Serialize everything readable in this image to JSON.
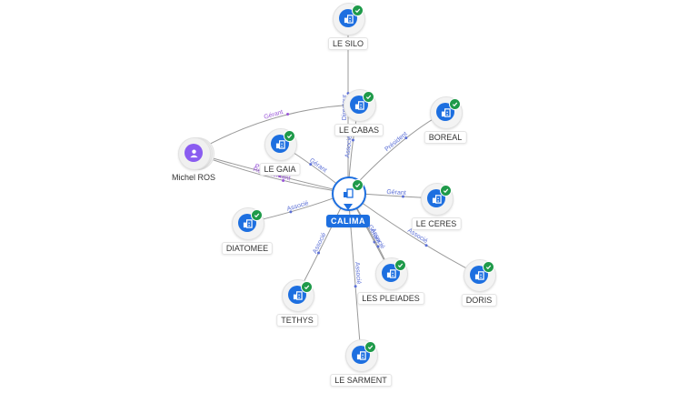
{
  "colors": {
    "edge": "#9a9a9a",
    "edge_label": "#5b6fd6",
    "edge_label_person": "#9a57d8",
    "company": "#1d6fe0",
    "person": "#8a5cf0",
    "verified": "#1f9a4a"
  },
  "center": {
    "label": "CALIMA",
    "icon": "building-icon"
  },
  "person": {
    "label": "Michel ROS",
    "icon": "person-icon"
  },
  "companies": [
    {
      "id": "le-silo",
      "label": "LE SILO",
      "icon": "building-icon",
      "verified": true
    },
    {
      "id": "le-cabas",
      "label": "LE CABAS",
      "icon": "building-icon",
      "verified": true
    },
    {
      "id": "boreal",
      "label": "BOREAL",
      "icon": "building-icon",
      "verified": true
    },
    {
      "id": "le-gaia",
      "label": "LE GAIA",
      "icon": "building-icon",
      "verified": true
    },
    {
      "id": "le-ceres",
      "label": "LE CERES",
      "icon": "building-icon",
      "verified": true
    },
    {
      "id": "diatomee",
      "label": "DIATOMEE",
      "icon": "building-icon",
      "verified": true
    },
    {
      "id": "doris",
      "label": "DORIS",
      "icon": "building-icon",
      "verified": true
    },
    {
      "id": "les-pleiades",
      "label": "LES PLEIADES",
      "icon": "building-icon",
      "verified": true
    },
    {
      "id": "tethys",
      "label": "TETHYS",
      "icon": "building-icon",
      "verified": true
    },
    {
      "id": "le-sarment",
      "label": "LE SARMENT",
      "icon": "building-icon",
      "verified": true
    }
  ],
  "edges": [
    {
      "from": "calima",
      "to": "le-silo",
      "label": "Directeur"
    },
    {
      "from": "calima",
      "to": "le-cabas",
      "label": "Associé"
    },
    {
      "from": "calima",
      "to": "boreal",
      "label": "Président"
    },
    {
      "from": "calima",
      "to": "le-gaia",
      "label": "Gérant"
    },
    {
      "from": "calima",
      "to": "le-ceres",
      "label": "Gérant"
    },
    {
      "from": "calima",
      "to": "diatomee",
      "label": "Associé"
    },
    {
      "from": "calima",
      "to": "doris",
      "label": "Associé"
    },
    {
      "from": "calima",
      "to": "les-pleiades",
      "label": "Gérant"
    },
    {
      "from": "calima",
      "to": "les-pleiades",
      "label": "Associé"
    },
    {
      "from": "calima",
      "to": "tethys",
      "label": "Associé"
    },
    {
      "from": "calima",
      "to": "le-sarment",
      "label": "Associé"
    },
    {
      "from": "michel-ros",
      "to": "le-cabas",
      "label": "Gérant"
    },
    {
      "from": "michel-ros",
      "to": "calima",
      "label": "Président"
    },
    {
      "from": "michel-ros",
      "to": "calima",
      "label": "Représentant"
    }
  ]
}
